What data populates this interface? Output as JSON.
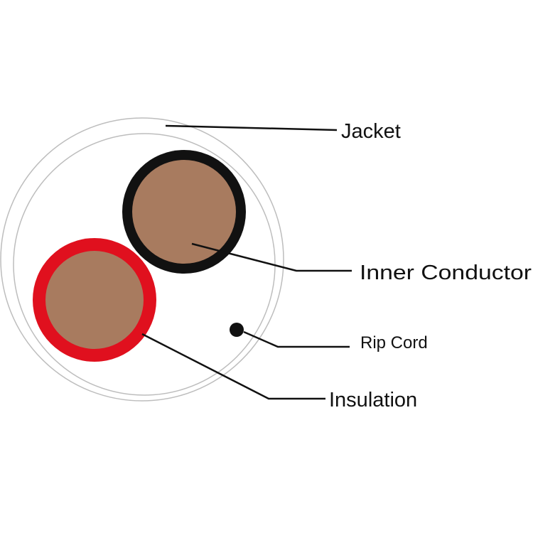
{
  "diagram": {
    "labels": {
      "jacket": "Jacket",
      "inner_conductor": "Inner Conductor",
      "rip_cord": "Rip Cord",
      "insulation": "Insulation"
    },
    "colors": {
      "background": "#ffffff",
      "jacket_outline": "#bdbdbd",
      "conductor_copper": "#a87b5f",
      "insulation_black": "#111111",
      "insulation_red": "#e0101e",
      "rip_cord": "#111111",
      "leader_line": "#111111"
    }
  }
}
